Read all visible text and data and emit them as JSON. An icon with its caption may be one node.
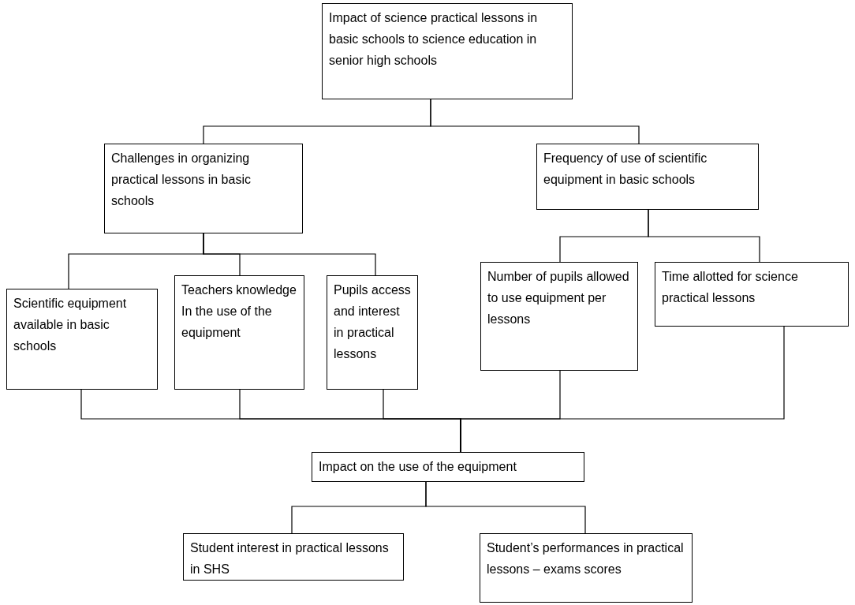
{
  "diagram": {
    "nodes": [
      {
        "text": [
          "Impact of science practical lessons in basic schools to science education in senior high schools"
        ]
      },
      {
        "text": [
          "Challenges in organizing practical lessons in basic schools"
        ]
      },
      {
        "text": [
          "Frequency of use of scientific equipment in basic schools"
        ]
      },
      {
        "text": [
          "Scientific equipment available in basic schools"
        ]
      },
      {
        "text": [
          "Teachers knowledge In the use of the equipment"
        ]
      },
      {
        "text": [
          "Pupils access and interest in practical lessons"
        ]
      },
      {
        "text": [
          "Number of pupils allowed to use equipment per lessons"
        ]
      },
      {
        "text": [
          "Time allotted for science practical lessons"
        ]
      },
      {
        "text": [
          "Impact on the use of the equipment"
        ]
      },
      {
        "text": [
          "Student interest in practical lessons in SHS"
        ]
      },
      {
        "text": [
          "Student’s performances in practical lessons – exams scores"
        ]
      }
    ],
    "edges": [
      {
        "from": 0,
        "to": 1,
        "arrow": "none"
      },
      {
        "from": 0,
        "to": 2,
        "arrow": "none"
      },
      {
        "from": 1,
        "to": 3,
        "arrow": "none"
      },
      {
        "from": 1,
        "to": 4,
        "arrow": "none"
      },
      {
        "from": 1,
        "to": 5,
        "arrow": "none"
      },
      {
        "from": 2,
        "to": 6,
        "arrow": "none"
      },
      {
        "from": 2,
        "to": 7,
        "arrow": "none"
      },
      {
        "from": 3,
        "to": 8,
        "arrow": "none"
      },
      {
        "from": 4,
        "to": 8,
        "arrow": "none"
      },
      {
        "from": 5,
        "to": 8,
        "arrow": "none"
      },
      {
        "from": 6,
        "to": 8,
        "arrow": "none"
      },
      {
        "from": 7,
        "to": 8,
        "arrow": "none"
      },
      {
        "from": 8,
        "to": 9,
        "arrow": "none"
      },
      {
        "from": 8,
        "to": 10,
        "arrow": "none"
      }
    ]
  }
}
